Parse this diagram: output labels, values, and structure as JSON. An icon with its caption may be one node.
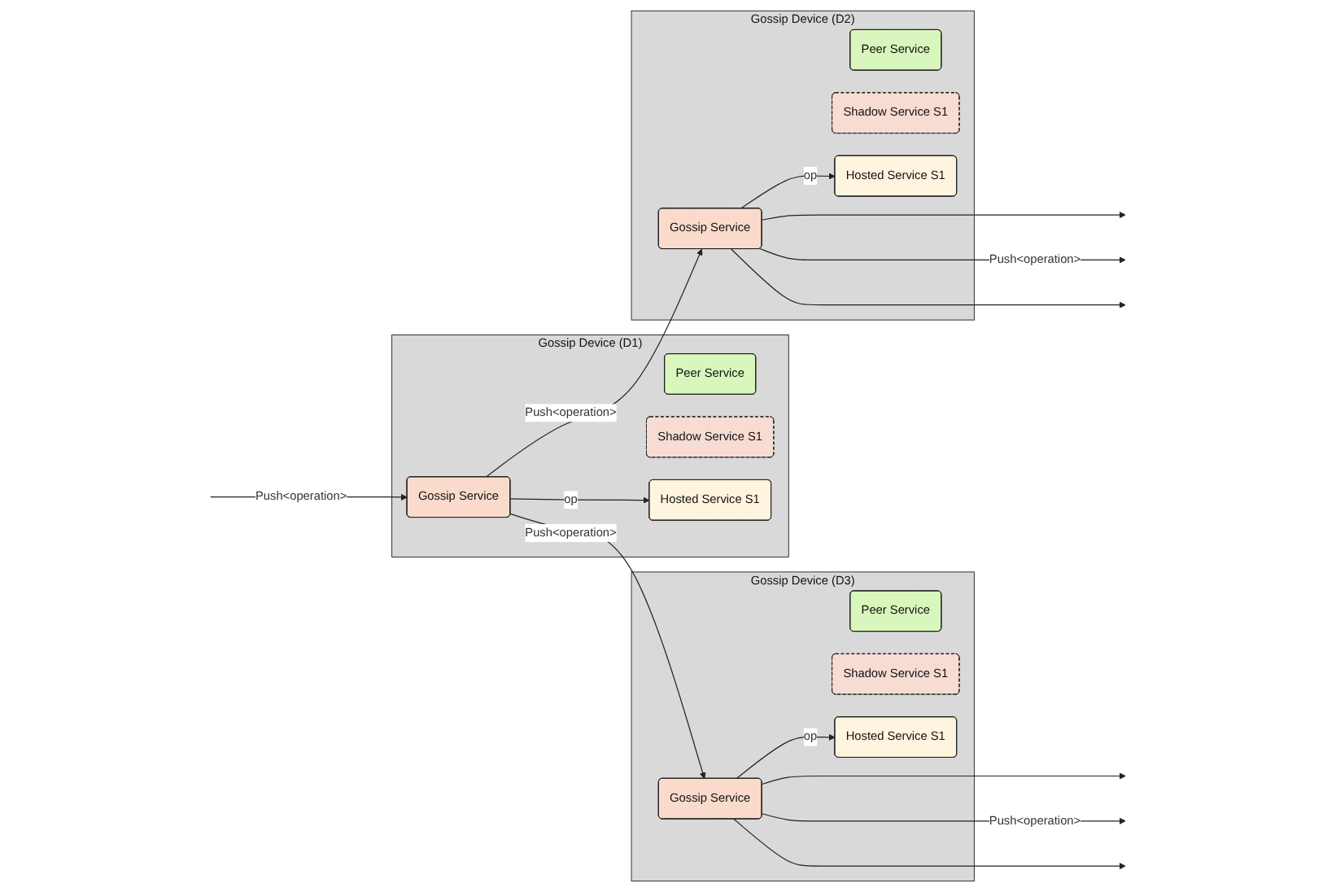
{
  "diagram": {
    "nodes": [
      {
        "text": [
          "Gossip Device (D1)"
        ]
      },
      {
        "text": [
          "Peer Service"
        ],
        "in": 0
      },
      {
        "text": [
          "Gossip Service"
        ],
        "in": 0
      },
      {
        "text": [
          "Shadow Service S1"
        ],
        "in": 0
      },
      {
        "text": [
          "Hosted Service S1"
        ],
        "in": 0
      },
      {
        "text": [
          "Gossip Device (D2)"
        ]
      },
      {
        "text": [
          "Peer Service"
        ],
        "in": 5
      },
      {
        "text": [
          "Gossip Service"
        ],
        "in": 5
      },
      {
        "text": [
          "Shadow Service S1"
        ],
        "in": 5
      },
      {
        "text": [
          "Hosted Service S1"
        ],
        "in": 5
      },
      {
        "text": [
          "Gossip Device (D3)"
        ]
      },
      {
        "text": [
          "Peer Service"
        ],
        "in": 10
      },
      {
        "text": [
          "Gossip Service"
        ],
        "in": 10
      },
      {
        "text": [
          "Shadow Service S1"
        ],
        "in": 10
      },
      {
        "text": [
          "Hosted Service S1"
        ],
        "in": 10
      }
    ],
    "edges": [
      {
        "from": null,
        "to": 2,
        "arrow": "to",
        "label": "Push<operation>"
      },
      {
        "from": 2,
        "to": 7,
        "arrow": "to",
        "label": "Push<operation>"
      },
      {
        "from": 2,
        "to": 12,
        "arrow": "to",
        "label": "Push<operation>"
      },
      {
        "from": 2,
        "to": 4,
        "arrow": "to",
        "label": "op"
      },
      {
        "from": 7,
        "to": 9,
        "arrow": "to",
        "label": "op"
      },
      {
        "from": 12,
        "to": 14,
        "arrow": "to",
        "label": "op"
      },
      {
        "from": 7,
        "to": null,
        "arrow": "to"
      },
      {
        "from": 7,
        "to": null,
        "arrow": "to",
        "label": "Push<operation>"
      },
      {
        "from": 7,
        "to": null,
        "arrow": "to"
      },
      {
        "from": 12,
        "to": null,
        "arrow": "to"
      },
      {
        "from": 12,
        "to": null,
        "arrow": "to",
        "label": "Push<operation>"
      },
      {
        "from": 12,
        "to": null,
        "arrow": "to"
      }
    ]
  }
}
